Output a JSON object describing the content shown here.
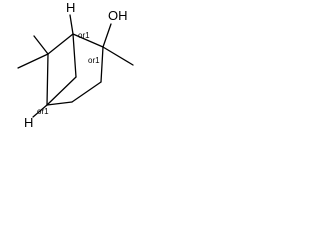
{
  "molecule": {
    "atoms": {
      "hydrogen_top": "H",
      "hydroxyl": "OH",
      "hydrogen_bottom": "H"
    },
    "stereo_labels": {
      "top_bridgehead": "or1",
      "carbinol": "or1",
      "bottom_bridgehead": "or1"
    }
  }
}
